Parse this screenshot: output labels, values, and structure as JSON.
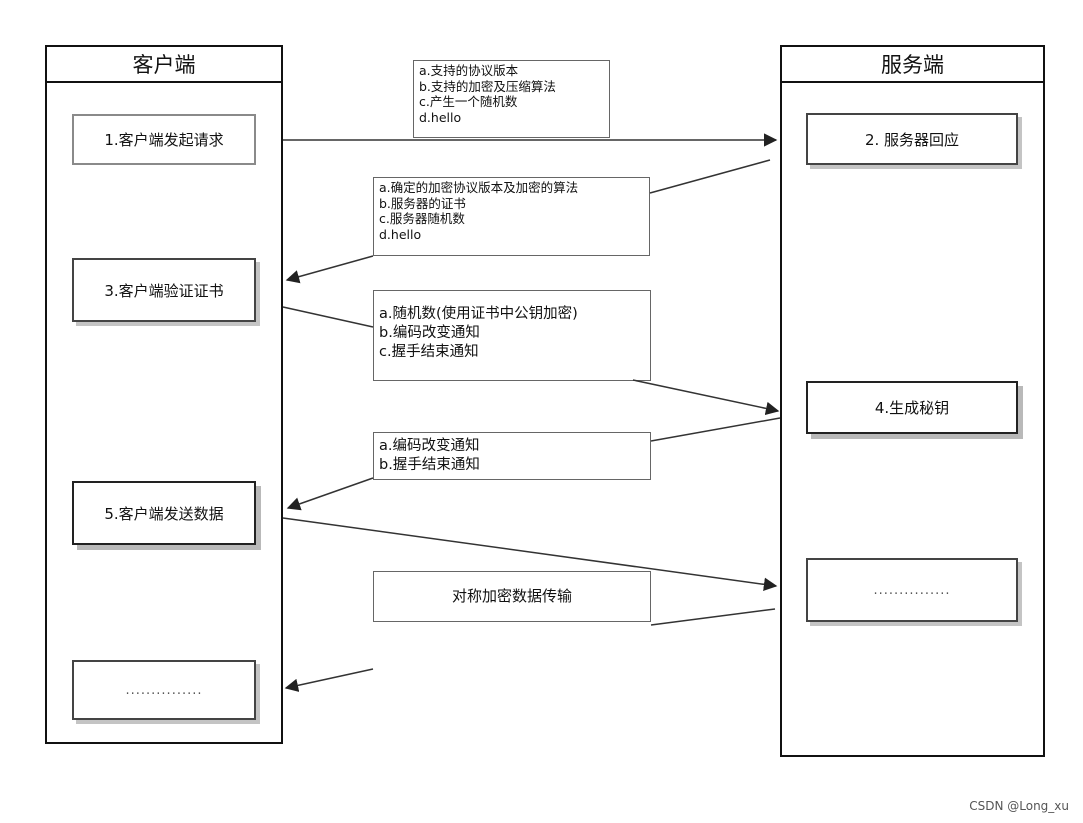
{
  "lanes": {
    "client": "客户端",
    "server": "服务端"
  },
  "client_steps": {
    "step1": "1.客户端发起请求",
    "step3": "3.客户端验证证书",
    "step5": "5.客户端发送数据",
    "more": "...............",
    "more_symbol": "..............."
  },
  "server_steps": {
    "step2": "2. 服务器回应",
    "step4": "4.生成秘钥",
    "more": "..............."
  },
  "notes": {
    "client_hello": [
      "a.支持的协议版本",
      "b.支持的加密及压缩算法",
      "c.产生一个随机数",
      "d.hello"
    ],
    "server_hello": [
      "a.确定的加密协议版本及加密的算法",
      "b.服务器的证书",
      "c.服务器随机数",
      "d.hello"
    ],
    "client_key": [
      "a.随机数(使用证书中公钥加密)",
      "b.编码改变通知",
      "c.握手结束通知"
    ],
    "server_finish": [
      "a.编码改变通知",
      "b.握手结束通知"
    ],
    "data_transfer": "对称加密数据传输"
  },
  "watermark": "CSDN @Long_xu"
}
